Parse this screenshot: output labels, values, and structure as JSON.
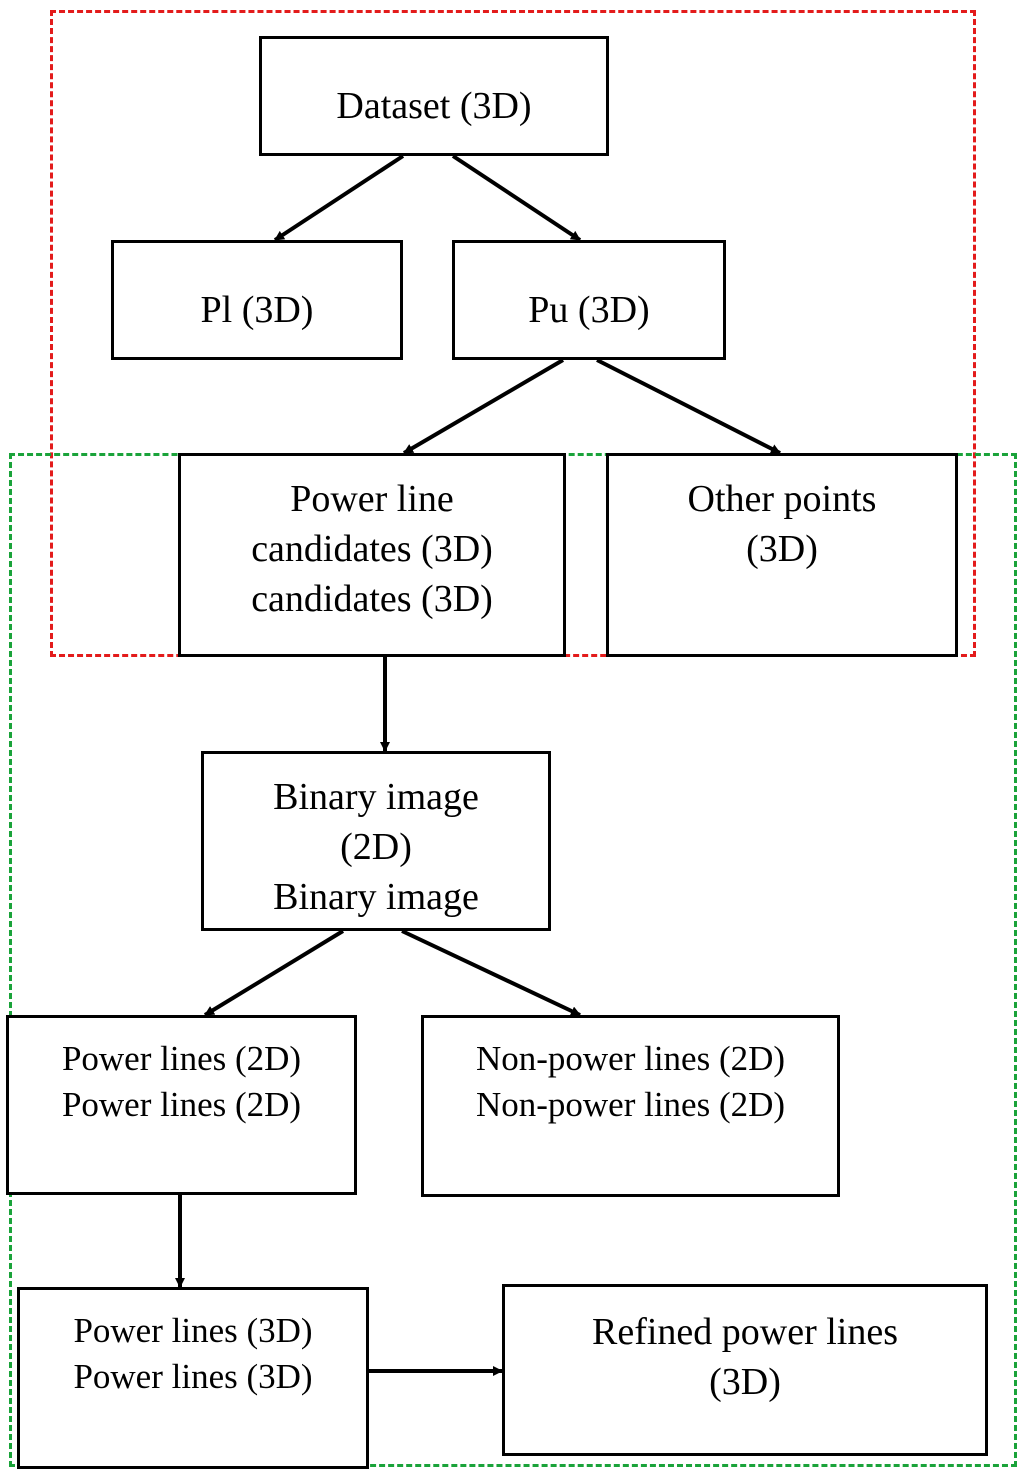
{
  "diagram": {
    "regions": [
      {
        "id": "red",
        "color": "#e31b1b"
      },
      {
        "id": "green",
        "color": "#1aa33a"
      }
    ],
    "nodes": {
      "dataset": [
        "Dataset (3D)"
      ],
      "pl": [
        "Pl (3D)"
      ],
      "pu": [
        "Pu (3D)"
      ],
      "power_line_candidates": [
        "Power line",
        "candidates (3D)",
        "candidates (3D)"
      ],
      "other_points": [
        "Other points",
        "(3D)"
      ],
      "binary_image": [
        "Binary image",
        "(2D)",
        "Binary image"
      ],
      "power_lines_2d": [
        "Power lines (2D)",
        "Power lines (2D)"
      ],
      "non_power_lines_2d": [
        "Non-power lines (2D)",
        "Non-power lines (2D)"
      ],
      "power_lines_3d": [
        "Power lines (3D)",
        "Power lines (3D)"
      ],
      "refined_power_lines": [
        "Refined power lines",
        "(3D)"
      ]
    },
    "edges": [
      {
        "from": "dataset",
        "to": "pl"
      },
      {
        "from": "dataset",
        "to": "pu"
      },
      {
        "from": "pu",
        "to": "power_line_candidates"
      },
      {
        "from": "pu",
        "to": "other_points"
      },
      {
        "from": "power_line_candidates",
        "to": "binary_image"
      },
      {
        "from": "binary_image",
        "to": "power_lines_2d"
      },
      {
        "from": "binary_image",
        "to": "non_power_lines_2d"
      },
      {
        "from": "power_lines_2d",
        "to": "power_lines_3d"
      },
      {
        "from": "power_lines_3d",
        "to": "refined_power_lines"
      }
    ]
  }
}
